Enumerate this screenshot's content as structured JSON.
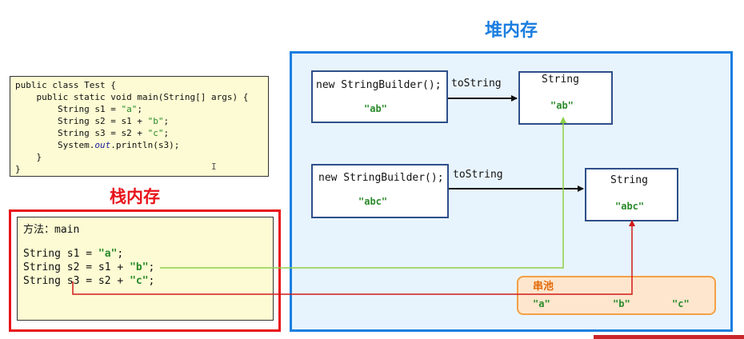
{
  "code": {
    "lines": [
      "public class Test {",
      "    public static void main(String[] args) {",
      "        String s1 = \"a\";",
      "        String s2 = s1 + \"b\";",
      "        String s3 = s2 + \"c\";",
      "        System.out.println(s3);",
      "    }",
      "}"
    ]
  },
  "stack": {
    "title": "栈内存",
    "method_label": "方法：main",
    "lines": [
      "String s1 = \"a\";",
      "String s2 = s1 + \"b\";",
      "String s3 = s2 + \"c\";"
    ]
  },
  "heap": {
    "title": "堆内存",
    "builder1": {
      "label": "new StringBuilder();",
      "value": "\"ab\""
    },
    "builder2": {
      "label": "new StringBuilder();",
      "value": "\"abc\""
    },
    "arrow_label": "toString",
    "string1": {
      "label": "String",
      "value": "\"ab\""
    },
    "string2": {
      "label": "String",
      "value": "\"abc\""
    }
  },
  "pool": {
    "title": "串池",
    "items": [
      "\"a\"",
      "\"b\"",
      "\"c\""
    ]
  },
  "colors": {
    "stack_border": "#e8141b",
    "heap_border": "#1a7ee0",
    "pool_border": "#f4a046",
    "string_literal": "#2a8a2a",
    "green_arrow": "#8fcf4a",
    "red_arrow": "#d11a1a"
  }
}
